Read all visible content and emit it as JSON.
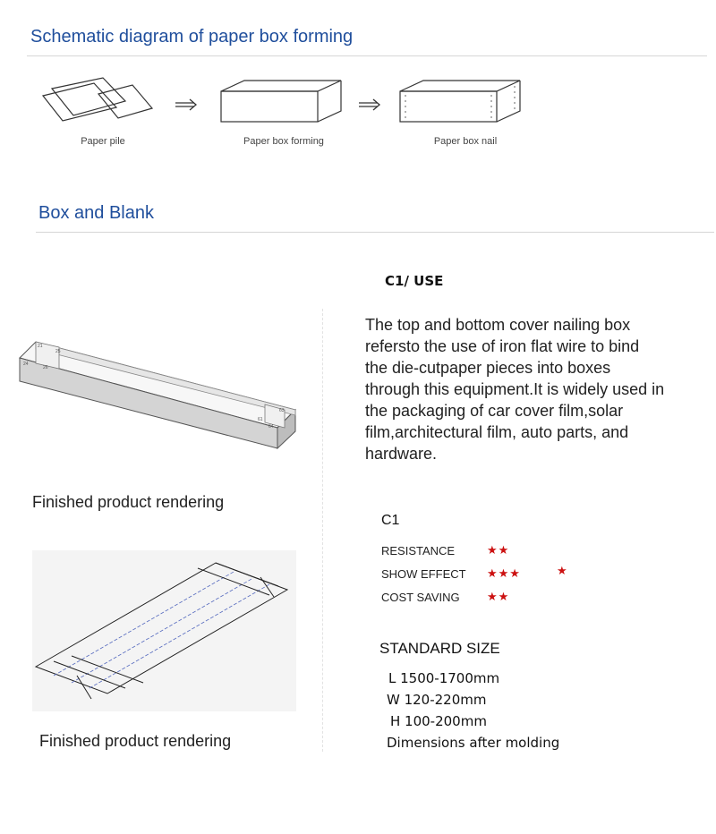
{
  "schematic": {
    "title": "Schematic diagram of paper box forming",
    "steps": [
      {
        "label": "Paper pile"
      },
      {
        "label": "Paper box forming"
      },
      {
        "label": "Paper box nail"
      }
    ]
  },
  "box_blank": {
    "title": "Box and Blank",
    "images": [
      {
        "caption": "Finished product rendering",
        "icon": "long-box-render"
      },
      {
        "caption": "Finished product rendering",
        "icon": "flat-blank-render"
      }
    ]
  },
  "product": {
    "use_heading": "C1/ USE",
    "description_lines": [
      "The top and bottom cover nailing box",
      "refersto the use of iron flat wire to bind",
      "the die-cutpaper pieces into boxes",
      "through this equipment.It is widely used in",
      "the packaging of car cover film,solar",
      "film,architectural film, auto parts, and",
      "hardware."
    ],
    "model": "C1",
    "ratings": [
      {
        "label": "RESISTANCE",
        "stars": "★★"
      },
      {
        "label": "SHOW EFFECT",
        "stars": "★★★"
      },
      {
        "label": "COST SAVING",
        "stars": "★★"
      }
    ],
    "stray_star": "★",
    "standard_size": {
      "heading": "STANDARD SIZE",
      "lines": [
        "L 1500-1700mm",
        "W 120-220mm",
        "H 100-200mm",
        "Dimensions after molding"
      ]
    }
  },
  "colors": {
    "title_blue": "#1f4e9c",
    "star_red": "#cc1111",
    "rule_gray": "#d6d6d6"
  }
}
